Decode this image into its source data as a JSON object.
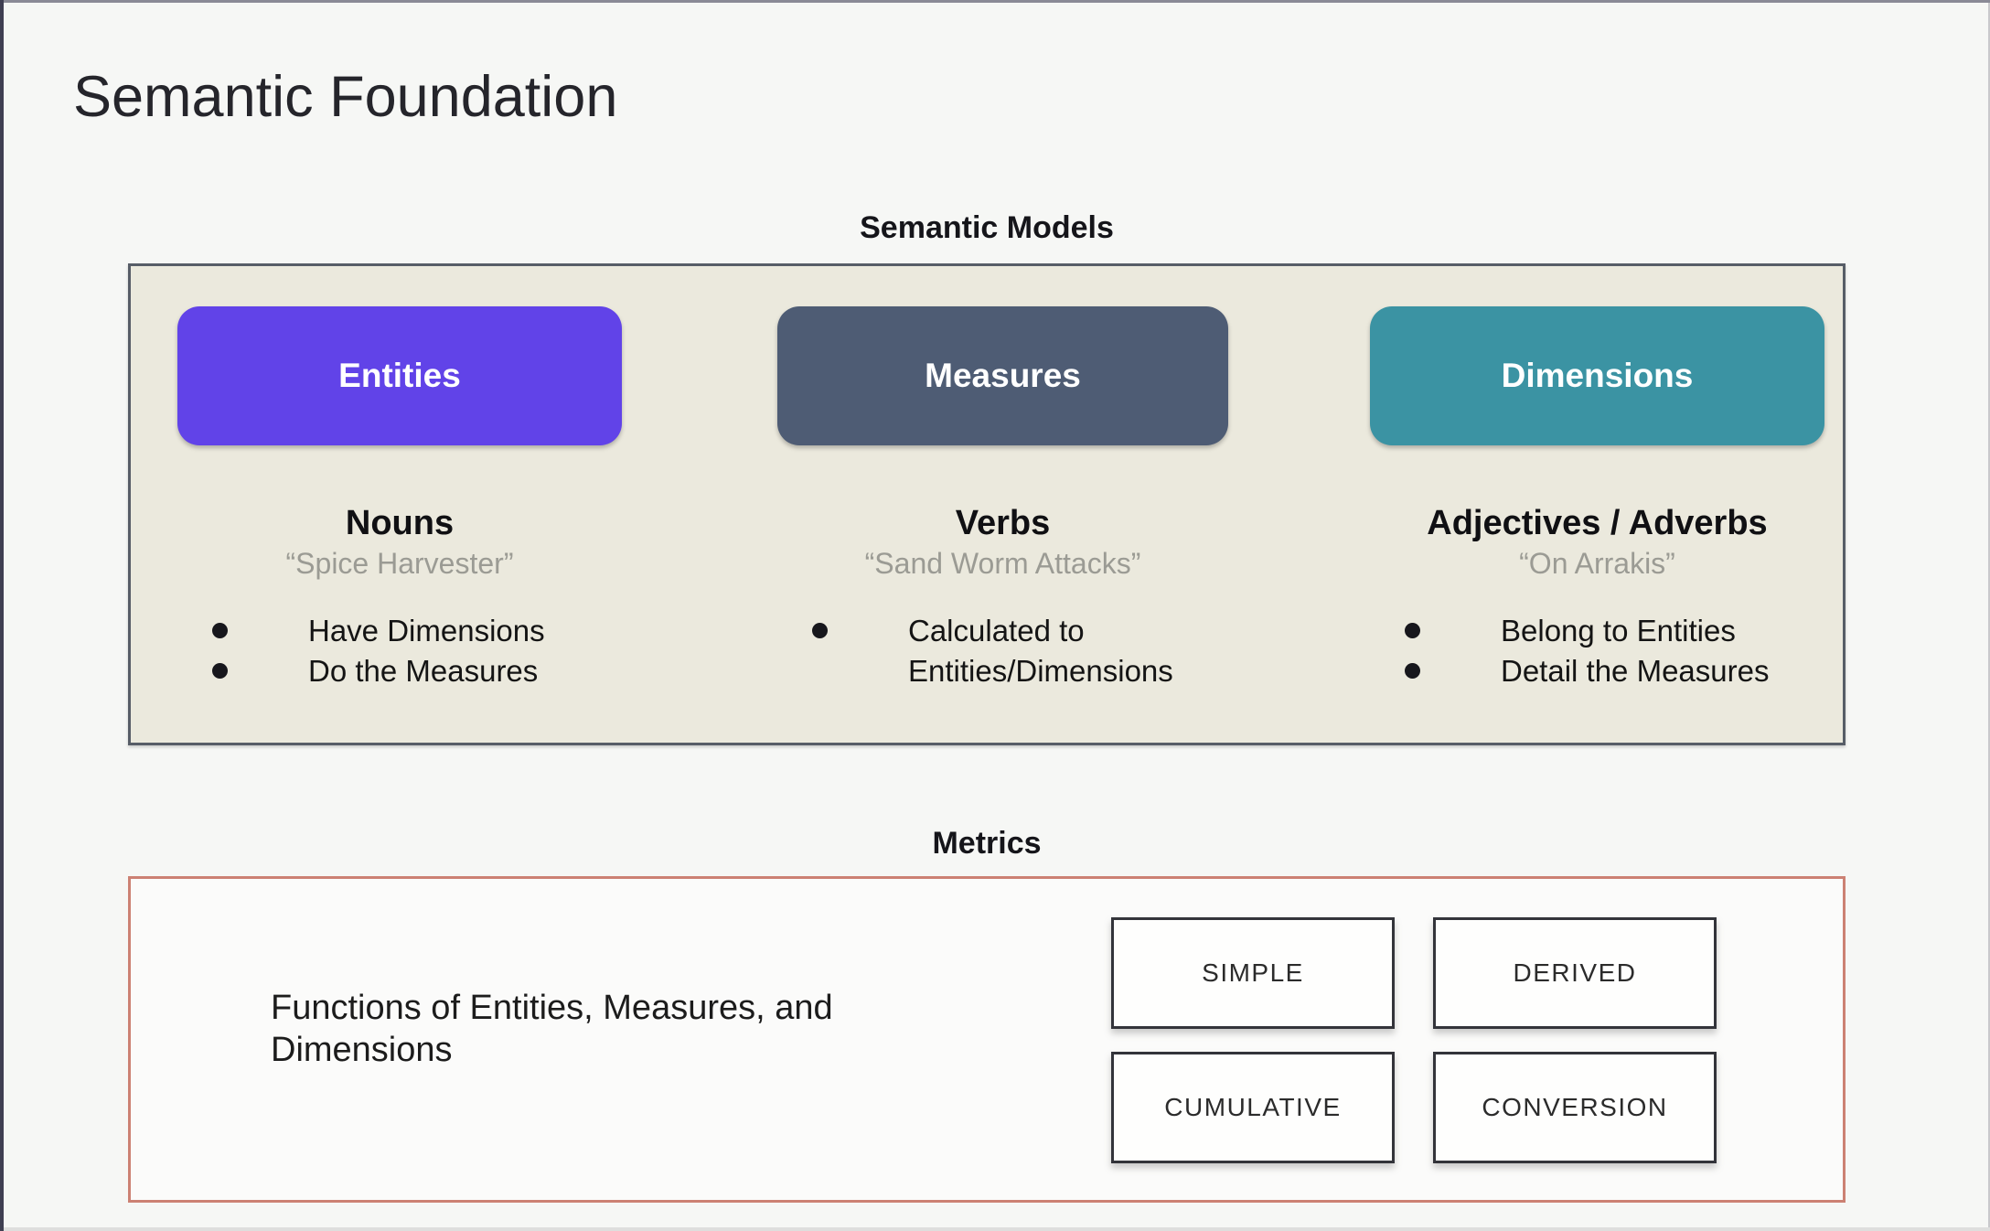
{
  "title": "Semantic Foundation",
  "semantic_models": {
    "heading": "Semantic Models",
    "columns": [
      {
        "pill_label": "Entities",
        "pill_color": "#6143e8",
        "subheading": "Nouns",
        "quote": "“Spice Harvester”",
        "bullets": [
          "Have Dimensions",
          "Do the Measures"
        ]
      },
      {
        "pill_label": "Measures",
        "pill_color": "#4e5c74",
        "subheading": "Verbs",
        "quote": "“Sand Worm Attacks”",
        "bullets": [
          "Calculated to Entities/Dimensions"
        ]
      },
      {
        "pill_label": "Dimensions",
        "pill_color": "#3b93a3",
        "subheading": "Adjectives / Adverbs",
        "quote": "“On Arrakis”",
        "bullets": [
          "Belong to Entities",
          "Detail the Measures"
        ]
      }
    ]
  },
  "metrics": {
    "heading": "Metrics",
    "description": "Functions of Entities, Measures, and Dimensions",
    "boxes": [
      "SIMPLE",
      "DERIVED",
      "CUMULATIVE",
      "CONVERSION"
    ],
    "border_color": "#cc8173"
  },
  "colors": {
    "slide_background": "#f6f7f5",
    "panel_background": "#ebe9dd",
    "panel_border": "#575d67",
    "entities_purple": "#6143e8",
    "measures_slate": "#4e5c74",
    "dimensions_teal": "#3b93a3",
    "metrics_border_salmon": "#cc8173",
    "quote_gray": "#9b9b94"
  }
}
